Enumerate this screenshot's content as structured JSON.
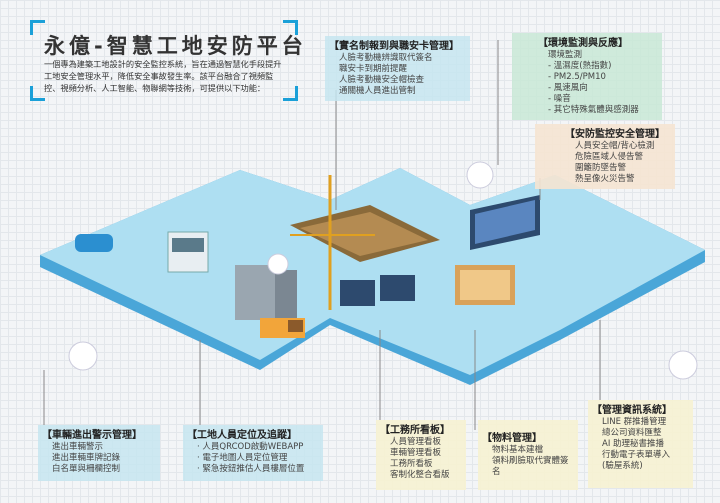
{
  "header": {
    "title": "永億-智慧工地安防平台",
    "intro": "一個專為建築工地設計的安全監控系統，旨在通過智慧化手段提升工地安全管理水平，降低安全事故發生率。該平台融合了視頻監控、視頻分析、人工智能、物聯網等技術，可提供以下功能："
  },
  "modules": {
    "realname": {
      "title": "【實名制報到與職安卡管理】",
      "items": [
        "人臉考勤機辨識取代簽名",
        "職安卡到期前提醒",
        "人臉考勤機安全帽檢查",
        "通關機人員進出管制"
      ]
    },
    "environment": {
      "title": "【環境監測與反應】",
      "items": [
        "環境監測",
        "- 溫濕度(熱指數)",
        "- PM2.5/PM10",
        "- 風速風向",
        "- 噪音",
        "- 其它特殊氣體與感測器"
      ]
    },
    "security": {
      "title": "【安防監控安全管理】",
      "items": [
        "人員安全帽/背心檢測",
        "危險區域人侵告警",
        "圍籬防墜告警",
        "熱呈像火災告警"
      ]
    },
    "vehicle": {
      "title": "【車輛進出警示管理】",
      "items": [
        "進出車輛警示",
        "進出車輛車牌記錄",
        "白名單與柵欄控制"
      ]
    },
    "positioning": {
      "title": "【工地人員定位及追蹤】",
      "items": [
        "· 人員QRCOD啟動WEBAPP",
        "· 電子地圖人員定位管理",
        "· 緊急按鈕推估人員樓層位置"
      ]
    },
    "office": {
      "title": "【工務所看板】",
      "items": [
        "人員管理看板",
        "車輛管理看板",
        "工務所看板",
        "客制化整合看版"
      ]
    },
    "material": {
      "title": "【物料管理】",
      "items": [
        "物料基本建檔",
        "領料刷臉取代實體簽名"
      ]
    },
    "mis": {
      "title": "【管理資訊系統】",
      "items": [
        "LINE 群推播管理",
        "總公司資料匯整",
        "AI 助理秘書推播",
        "行動電子表單導入",
        "(驗屋系統)"
      ]
    }
  },
  "colors": {
    "accent": "#1aa0d8",
    "platform_top": "#aedff2",
    "platform_side": "#4aa6d8"
  }
}
